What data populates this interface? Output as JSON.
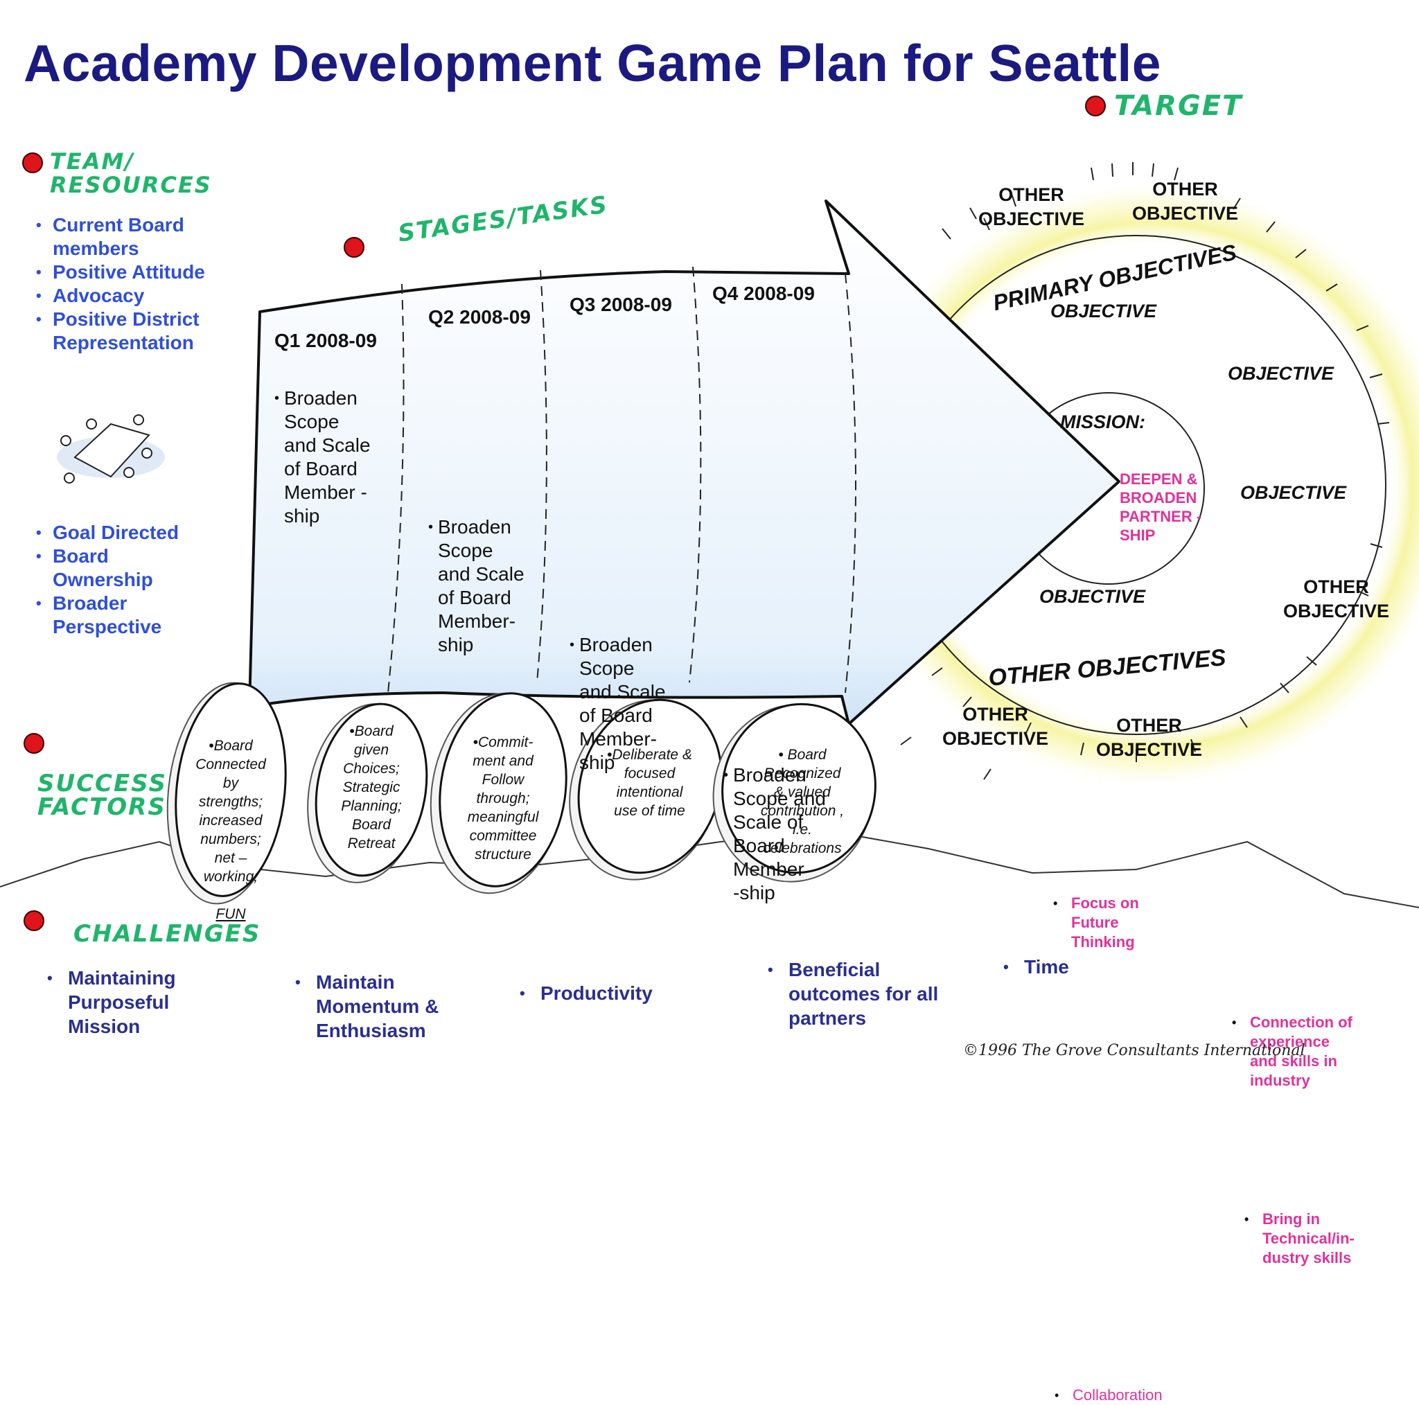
{
  "title": "Academy Development Game Plan for Seattle",
  "labels": {
    "target": "TARGET",
    "team_resources": "TEAM/\nRESOURCES",
    "stages_tasks": "STAGES/TASKS",
    "success_factors": "SUCCESS\nFACTORS",
    "challenges": "CHALLENGES",
    "primary_objectives": "PRIMARY OBJECTIVES",
    "other_objectives": "OTHER OBJECTIVES",
    "mission": "MISSION:"
  },
  "team_items": [
    "Current Board members",
    "Positive Attitude",
    "Advocacy",
    "Positive District Representation"
  ],
  "team_items2": [
    "Goal Directed",
    "Board Ownership",
    "Broader Perspective"
  ],
  "quarters": [
    {
      "head": "Q1 2008-09",
      "task": "Broaden\nScope\nand Scale\nof Board\nMember -\nship"
    },
    {
      "head": "Q2 2008-09",
      "task": "Broaden\nScope\nand Scale\nof Board\nMember-\nship"
    },
    {
      "head": "Q3 2008-09",
      "task": "Broaden\nScope\nand Scale\nof Board\nMember-\nship"
    },
    {
      "head": "Q4 2008-09",
      "task": "Broaden\nScope and\nScale of\nBoard\nMember\n-ship"
    }
  ],
  "success_factors": [
    {
      "text": "•Board\nConnected\nby\nstrengths;\nincreased\nnumbers;\nnet –\nworking;",
      "emph": "FUN"
    },
    {
      "text": "•Board\ngiven\nChoices;\nStrategic\nPlanning;\nBoard\nRetreat",
      "emph": ""
    },
    {
      "text": "•Commit-\nment and\nFollow\nthrough;\nmeaningful\ncommittee\nstructure",
      "emph": ""
    },
    {
      "text": "•Deliberate &\nfocused\nintentional\nuse of time",
      "emph": ""
    },
    {
      "text": "• Board\nRecognized\n& valued\ncontribution ,\ni.e.\ncelebrations",
      "emph": ""
    }
  ],
  "challenges": [
    "Maintaining\nPurposeful\nMission",
    "Maintain\nMomentum &\nEnthusiasm",
    "Productivity",
    "Beneficial\noutcomes for all\npartners",
    "Time"
  ],
  "objectives": [
    {
      "label": "OBJECTIVE",
      "item": "Focus on\nFuture\nThinking"
    },
    {
      "label": "OBJECTIVE",
      "item": "Connection of\nexperience\nand skills in\nindustry"
    },
    {
      "label": "OBJECTIVE",
      "item": "Bring in\nTechnical/in-\ndustry skills"
    },
    {
      "label": "OBJECTIVE",
      "item": "Collaboration"
    }
  ],
  "other_objective": "OTHER\nOBJECTIVE",
  "mission_text": "DEEPEN &\nBROADEN\nPARTNER -\nSHIP",
  "copyright": "©1996 The Grove Consultants International",
  "colors": {
    "title": "#1a1a80",
    "hand_green": "#1fb56b",
    "dot_red": "#e0141b",
    "list_blue": "#2f4fd8",
    "pink": "#e0329b",
    "glow": "#f5f28a"
  }
}
